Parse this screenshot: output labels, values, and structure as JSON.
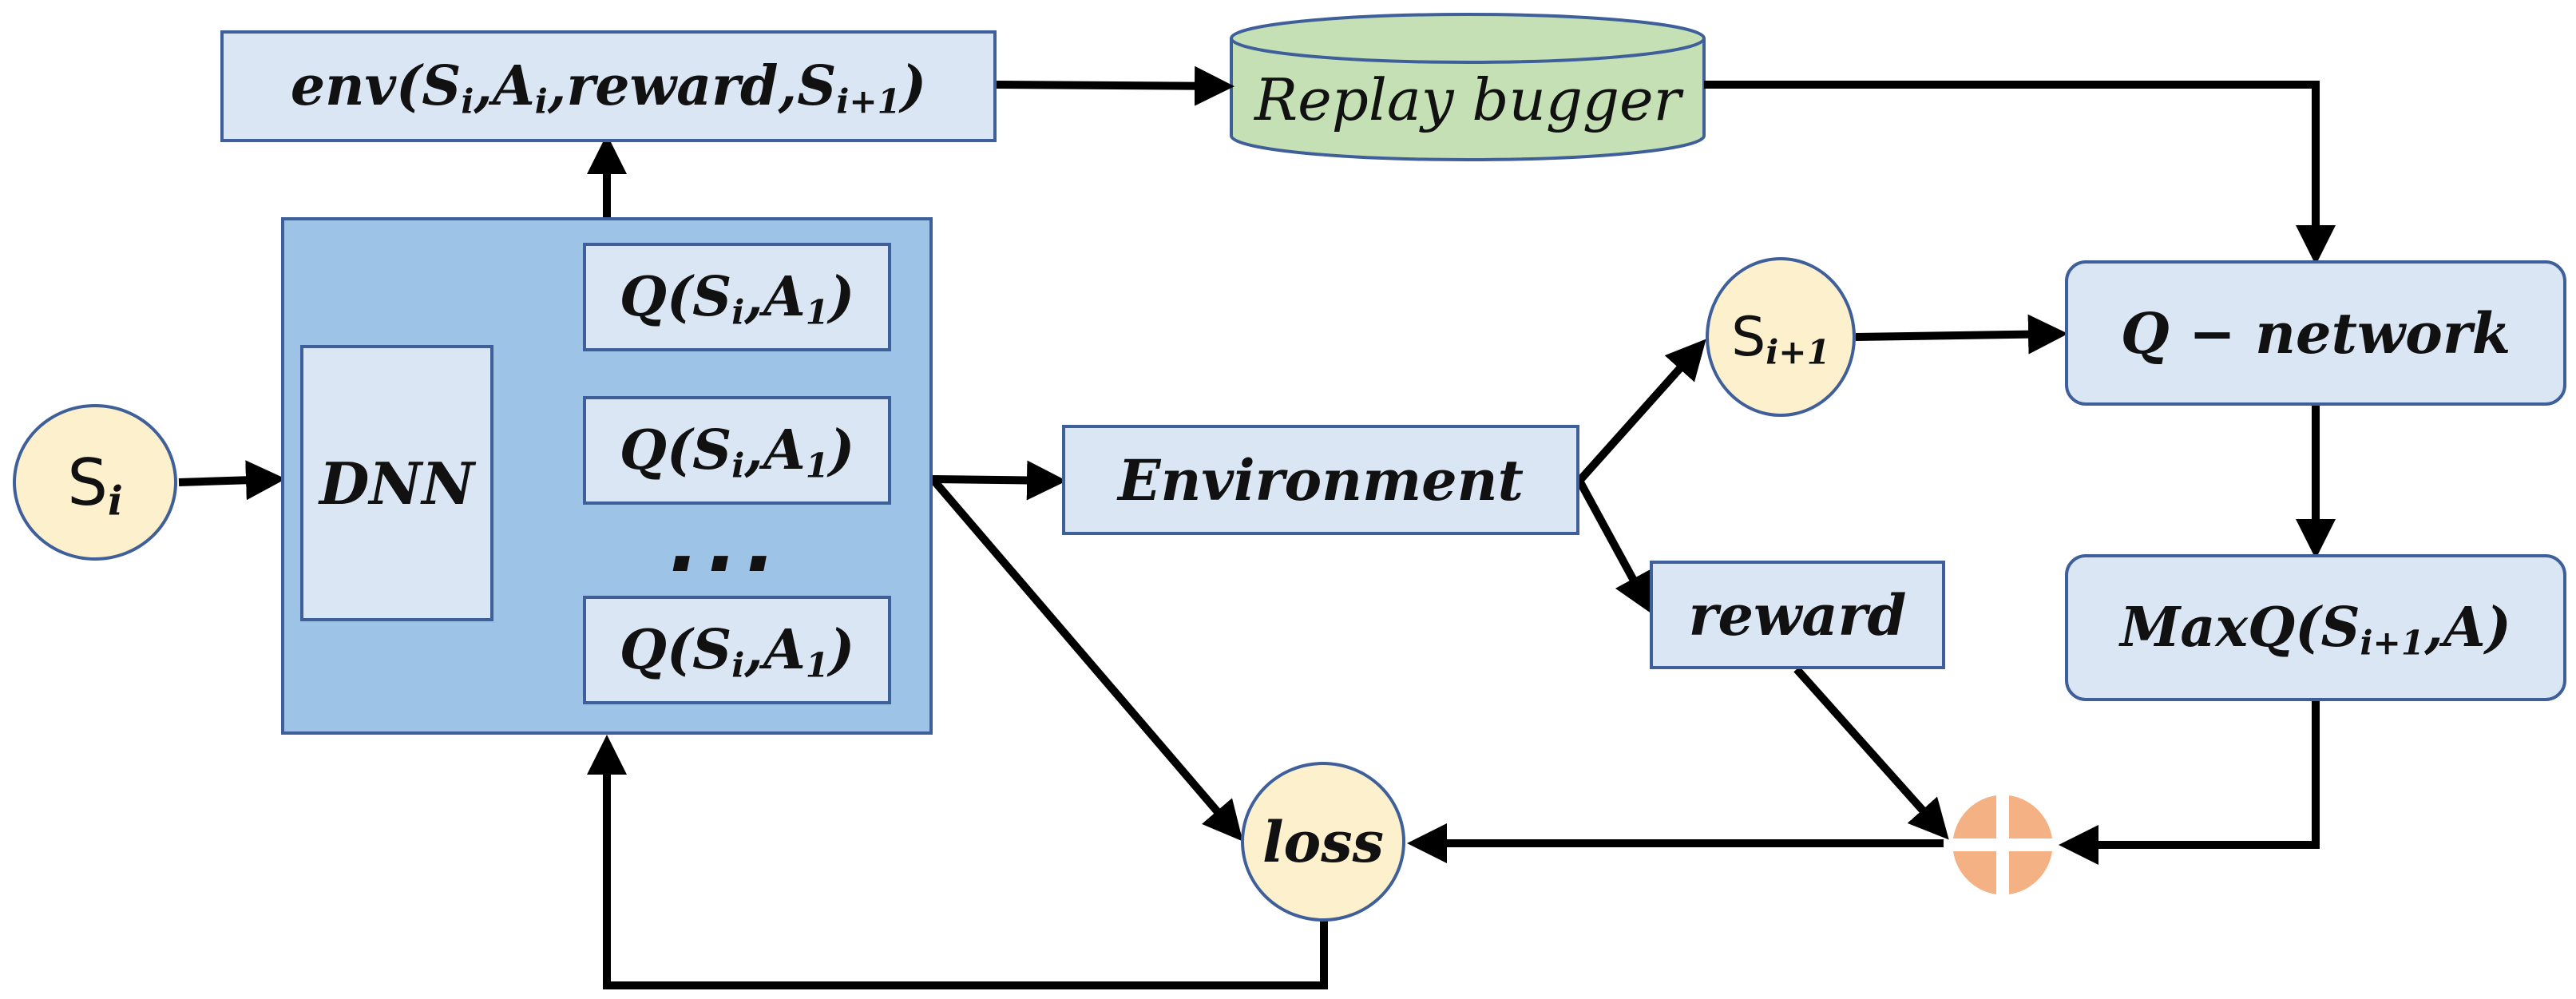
{
  "colors": {
    "box_fill": "#dae6f3",
    "container_fill": "#9dc3e6",
    "border": "#3f5f9a",
    "circle_fill": "#fdf0cc",
    "replay_fill": "#c5e0b4",
    "adder_fill": "#f4b183",
    "arrow": "#000000"
  },
  "env_box": {
    "prefix": "env(",
    "s": "S",
    "s_sub": "i",
    "comma1": ",",
    "a": "A",
    "a_sub": "i",
    "middle": ",reward,",
    "s2": "S",
    "s2_sub": "i+1",
    "suffix": ")"
  },
  "replay_buffer": {
    "label": "Replay bugger"
  },
  "state_in": {
    "base": "S",
    "sub": "i"
  },
  "dnn": {
    "label": "DNN"
  },
  "q_items": [
    {
      "prefix": "Q(S",
      "s_sub": "i",
      "mid": ",A",
      "a_sub": "1",
      "suffix": ")"
    },
    {
      "prefix": "Q(S",
      "s_sub": "i",
      "mid": ",A",
      "a_sub": "1",
      "suffix": ")"
    },
    {
      "prefix": "Q(S",
      "s_sub": "i",
      "mid": ",A",
      "a_sub": "1",
      "suffix": ")"
    }
  ],
  "ellipsis": "...",
  "environment": {
    "label": "Environment"
  },
  "next_state": {
    "base": "S",
    "sub": "i+1"
  },
  "reward": {
    "label": "reward"
  },
  "q_network": {
    "label": "Q − network"
  },
  "maxq": {
    "prefix": "MaxQ(S",
    "s_sub": "i+1",
    "suffix": ",A)"
  },
  "loss": {
    "label": "loss"
  },
  "adder": {
    "icon": "plus-icon"
  }
}
